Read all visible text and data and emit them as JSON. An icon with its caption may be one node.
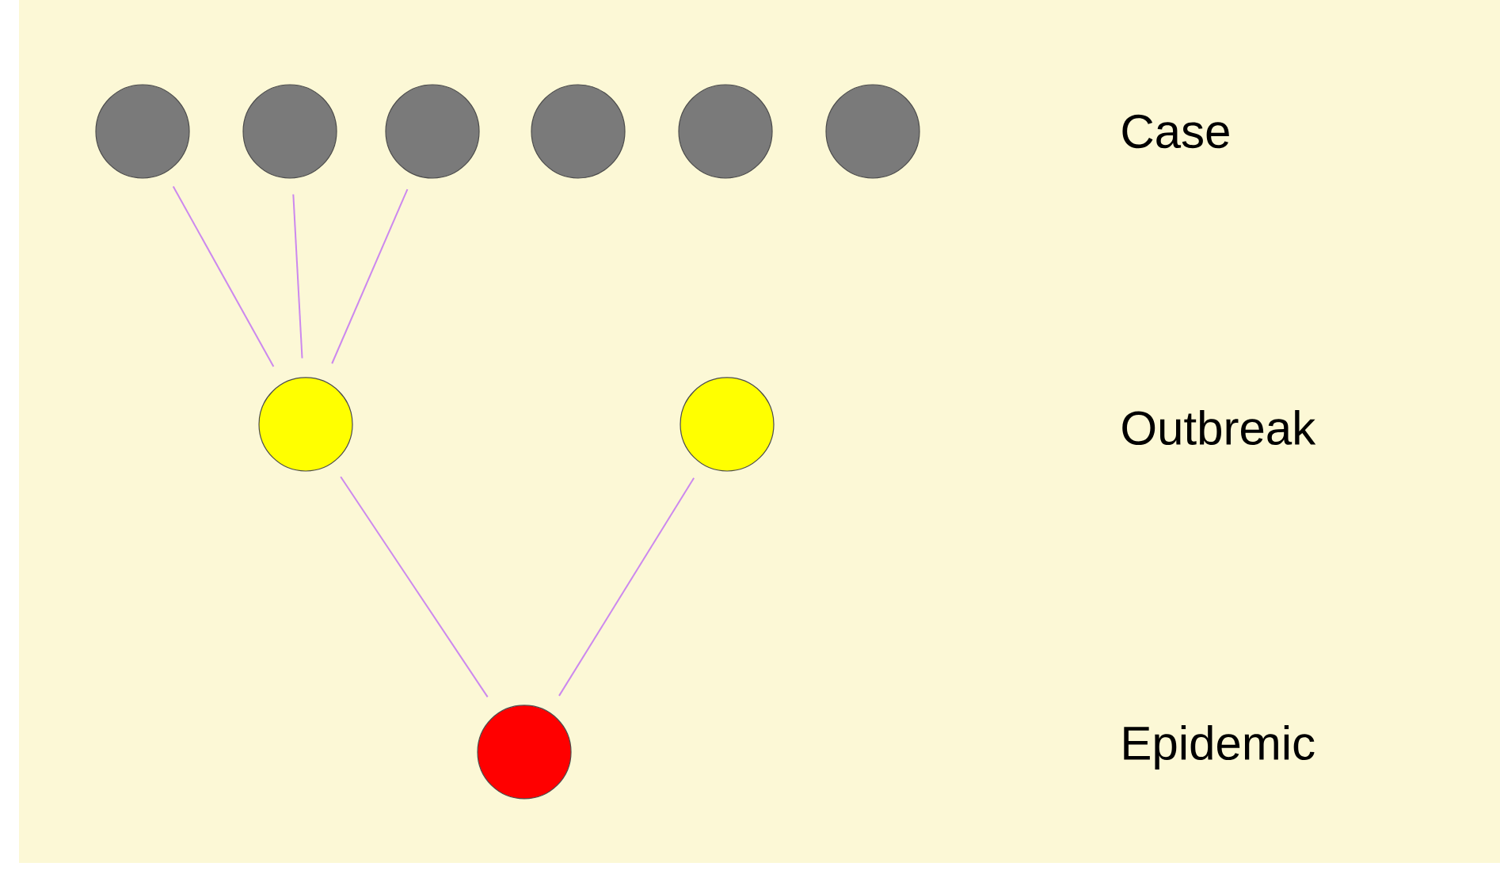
{
  "diagram": {
    "nodes": [
      {
        "text": [],
        "shape": "circle"
      },
      {
        "text": [],
        "shape": "circle"
      },
      {
        "text": [],
        "shape": "circle"
      },
      {
        "text": [],
        "shape": "circle"
      },
      {
        "text": [],
        "shape": "circle"
      },
      {
        "text": [],
        "shape": "circle"
      },
      {
        "text": [],
        "shape": "circle"
      },
      {
        "text": [],
        "shape": "circle"
      },
      {
        "text": [],
        "shape": "circle"
      }
    ],
    "edges": [
      {
        "from": 0,
        "to": 6,
        "arrow": "none"
      },
      {
        "from": 1,
        "to": 6,
        "arrow": "none"
      },
      {
        "from": 2,
        "to": 6,
        "arrow": "none"
      },
      {
        "from": 6,
        "to": 8,
        "arrow": "none"
      },
      {
        "from": 7,
        "to": 8,
        "arrow": "none"
      }
    ],
    "labels": [
      "Case",
      "Outbreak",
      "Epidemic"
    ]
  }
}
